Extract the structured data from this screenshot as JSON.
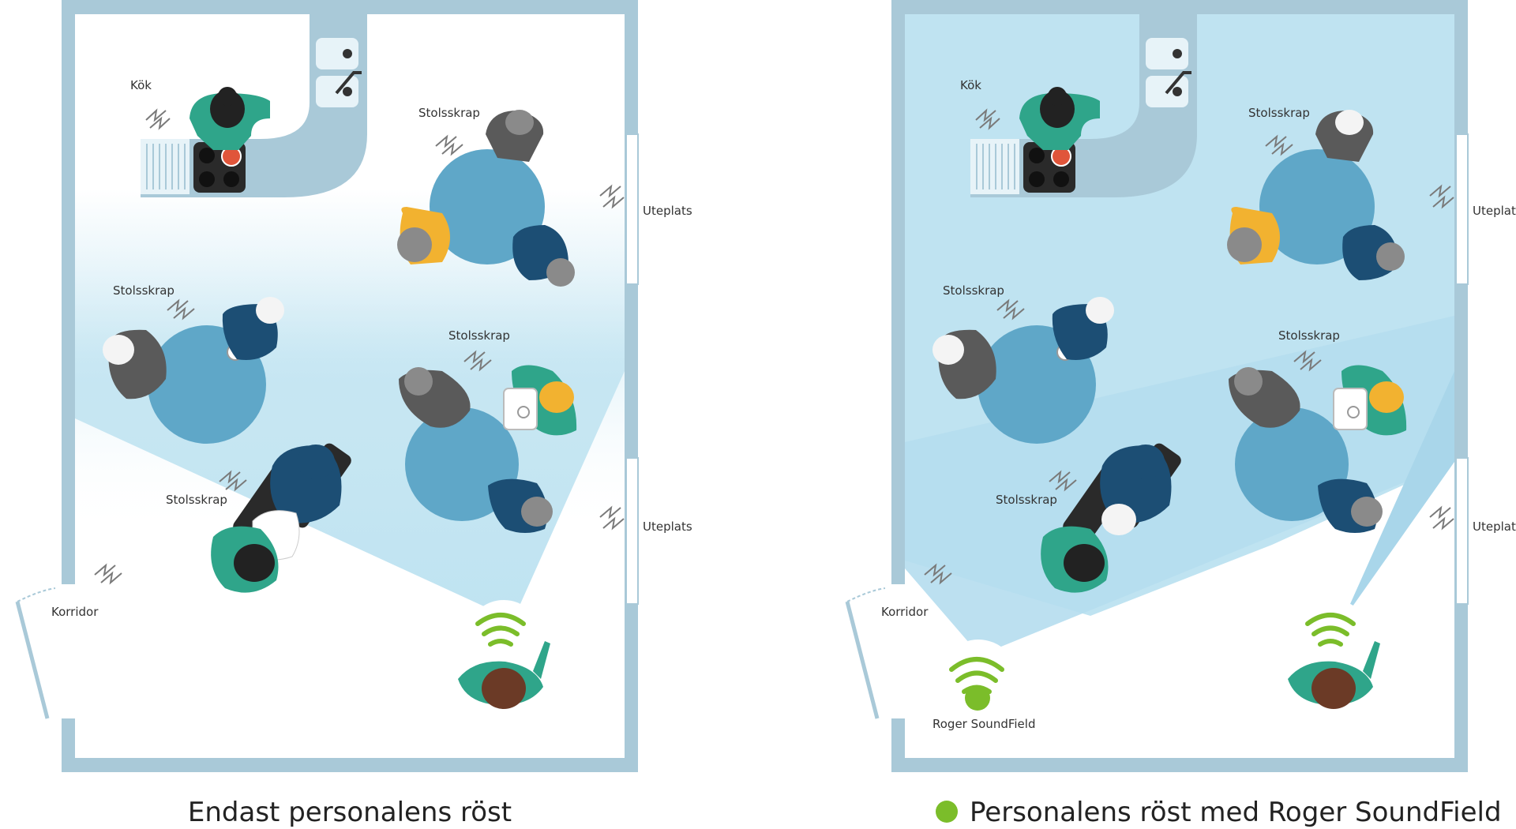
{
  "colors": {
    "wall": "#a9c9d8",
    "floor_left": "#ffffff",
    "floor_right": "#bfe3f1",
    "beam": "#bfe3f1",
    "table": "#5fa7c8",
    "counter": "#a9c9d8",
    "green_signal": "#7bbd2a",
    "teal_person": "#2fa58a",
    "navy_person": "#1c4e74",
    "gray_person": "#5a5a5a",
    "yellow_person": "#f2b230",
    "hair_dark": "#222222",
    "hair_gray": "#8a8a8a",
    "hair_white": "#f4f4f4",
    "hair_brown": "#6b3a26",
    "stove": "#2a2a2a",
    "pot": "#e0553a"
  },
  "icons": [
    "noise-icon",
    "wifi-signal-icon",
    "green-dot-icon"
  ],
  "panels": [
    {
      "caption": "Endast personalens röst",
      "caption_dot": false,
      "labels": {
        "kitchen": "Kök",
        "chair1": "Stolsskrap",
        "chair2": "Stolsskrap",
        "chair3": "Stolsskrap",
        "chair4": "Stolsskrap",
        "patio1": "Uteplats",
        "patio2": "Uteplats",
        "corridor": "Korridor"
      },
      "device_label": ""
    },
    {
      "caption": "Personalens röst med Roger SoundField",
      "caption_dot": true,
      "labels": {
        "kitchen": "Kök",
        "chair1": "Stolsskrap",
        "chair2": "Stolsskrap",
        "chair3": "Stolsskrap",
        "chair4": "Stolsskrap",
        "patio1": "Uteplats",
        "patio2": "Uteplats",
        "corridor": "Korridor"
      },
      "device_label": "Roger SoundField"
    }
  ]
}
